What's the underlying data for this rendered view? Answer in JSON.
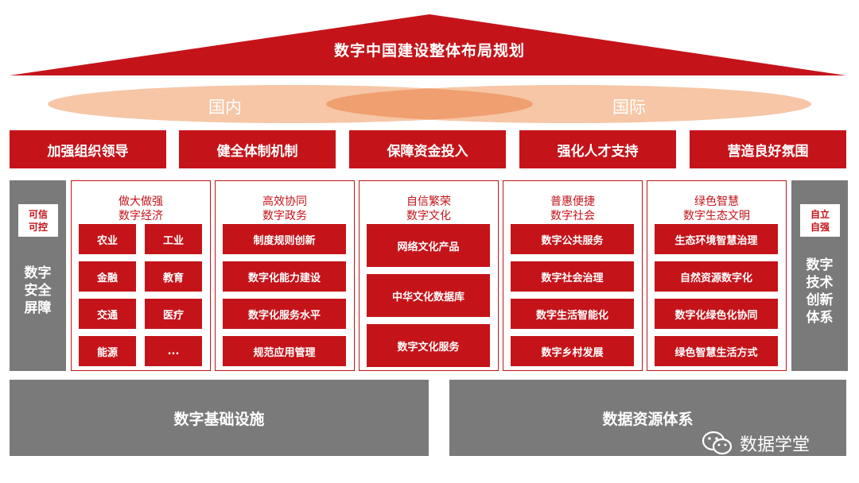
{
  "top_title": "数字中国建设整体布局规划",
  "ovals": {
    "left": "国内",
    "right": "国际"
  },
  "pillars": [
    "加强组织领导",
    "健全体制机制",
    "保障资金投入",
    "强化人才支持",
    "营造良好氛围"
  ],
  "left_side": {
    "tag_line1": "可信",
    "tag_line2": "可控",
    "title_lines": [
      "数字",
      "安全",
      "屏障"
    ]
  },
  "right_side": {
    "tag_line1": "自立",
    "tag_line2": "自强",
    "title_lines": [
      "数字",
      "技术",
      "创新",
      "体系"
    ]
  },
  "panels": [
    {
      "title1": "做大做强",
      "title2": "数字经济",
      "items": [
        "农业",
        "工业",
        "金融",
        "教育",
        "交通",
        "医疗",
        "能源",
        "..."
      ]
    },
    {
      "title1": "高效协同",
      "title2": "数字政务",
      "items": [
        "制度规则创新",
        "数字化能力建设",
        "数字化服务水平",
        "规范应用管理"
      ]
    },
    {
      "title1": "自信繁荣",
      "title2": "数字文化",
      "items": [
        "网络文化产品",
        "中华文化数据库",
        "数字文化服务"
      ]
    },
    {
      "title1": "普惠便捷",
      "title2": "数字社会",
      "items": [
        "数字公共服务",
        "数字社会治理",
        "数字生活智能化",
        "数字乡村发展"
      ]
    },
    {
      "title1": "绿色智慧",
      "title2": "数字生态文明",
      "items": [
        "生态环境智慧治理",
        "自然资源数字化",
        "数字化绿色化协同",
        "绿色智慧生活方式"
      ]
    }
  ],
  "base": {
    "left": "数字基础设施",
    "right": "数据资源体系"
  },
  "watermark": "数据学堂",
  "colors": {
    "red": "#c4141a",
    "gray": "#7a7a7a",
    "oval": "#f6c6a6",
    "oval_overlap": "#ef9f70"
  }
}
